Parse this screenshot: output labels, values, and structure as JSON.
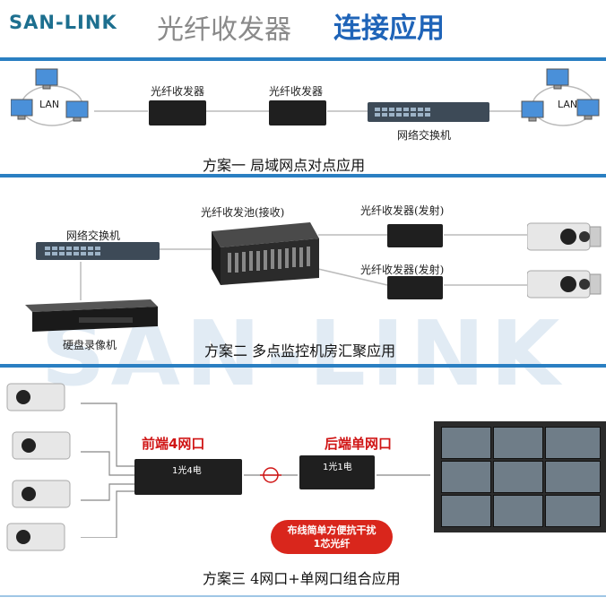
{
  "header": {
    "brand": "SAN-LINK",
    "title_light": "光纤收发器",
    "title_bold": "连接应用"
  },
  "watermark": "SAN-LINK",
  "scheme1": {
    "lan_left": "LAN",
    "lan_right": "LAN",
    "transceiver_a": "光纤收发器",
    "transceiver_b": "光纤收发器",
    "switch": "网络交换机",
    "caption": "方案一  局域网点对点应用"
  },
  "scheme2": {
    "switch": "网络交换机",
    "chassis": "光纤收发池(接收)",
    "transceiver_a": "光纤收发器(发射)",
    "transceiver_b": "光纤收发器(发射)",
    "dvr": "硬盘录像机",
    "caption": "方案二  多点监控机房汇聚应用"
  },
  "scheme3": {
    "front_label": "前端4网口",
    "back_label": "后端单网口",
    "device_front": "1光4电",
    "device_back": "1光1电",
    "pill_line1": "布线简单方便抗干扰",
    "pill_line2": "1芯光纤",
    "caption": "方案三  4网口+单网口组合应用"
  },
  "colors": {
    "accent": "#2a7fc2",
    "brand": "#1d6f8f",
    "red": "#d01515"
  }
}
